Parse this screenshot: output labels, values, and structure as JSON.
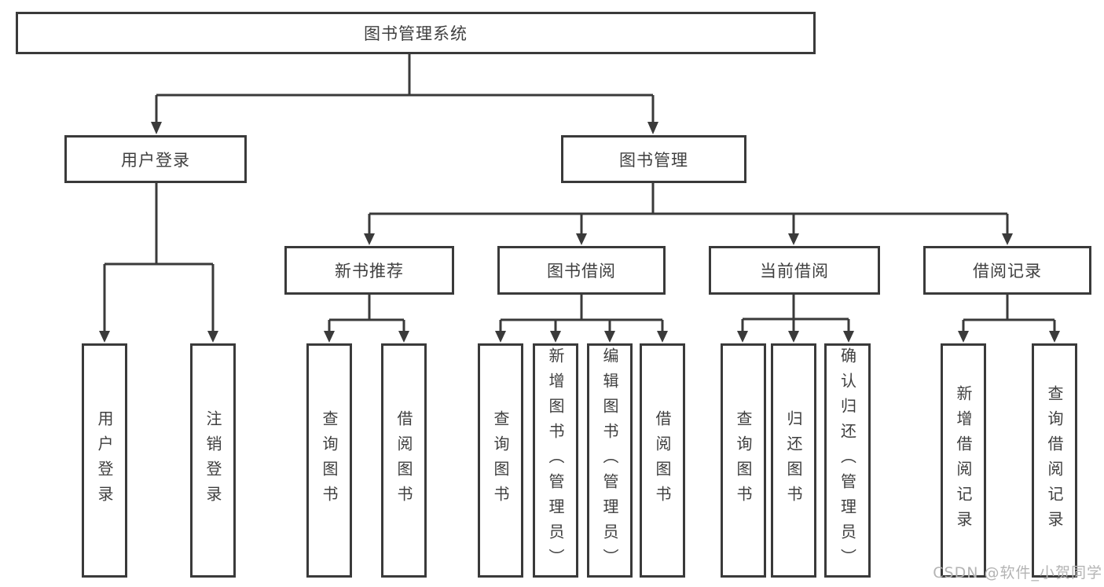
{
  "tree": {
    "root": {
      "label": "图书管理系统"
    },
    "branches": [
      {
        "label": "用户登录",
        "children": [
          {
            "label": "用户登录"
          },
          {
            "label": "注销登录"
          }
        ]
      },
      {
        "label": "图书管理",
        "children": [
          {
            "label": "新书推荐",
            "children": [
              {
                "label": "查询图书"
              },
              {
                "label": "借阅图书"
              }
            ]
          },
          {
            "label": "图书借阅",
            "children": [
              {
                "label": "查询图书"
              },
              {
                "label": "新增图书（管理员）"
              },
              {
                "label": "编辑图书（管理员）"
              },
              {
                "label": "借阅图书"
              }
            ]
          },
          {
            "label": "当前借阅",
            "children": [
              {
                "label": "查询图书"
              },
              {
                "label": "归还图书"
              },
              {
                "label": "确认归还（管理员）"
              }
            ]
          },
          {
            "label": "借阅记录",
            "children": [
              {
                "label": "新增借阅记录"
              },
              {
                "label": "查询借阅记录"
              }
            ]
          }
        ]
      }
    ]
  },
  "watermark": {
    "text": "CSDN @软件_小贺同学"
  },
  "colors": {
    "line": "#3a3a3a",
    "text": "#3f3f3f",
    "watermark": "#b4b4b4",
    "background": "#ffffff"
  }
}
